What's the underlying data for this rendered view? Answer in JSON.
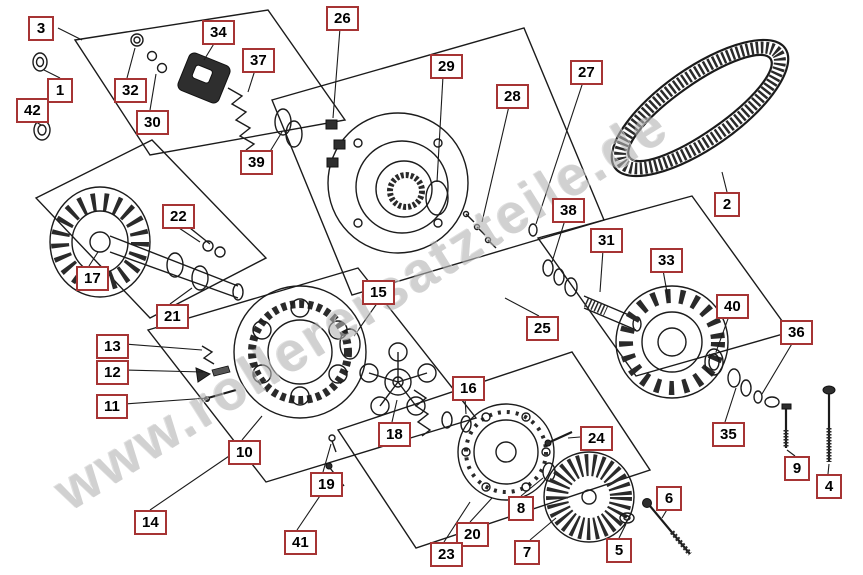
{
  "diagram": {
    "watermark": "www.rollerersatzteile.de",
    "colors": {
      "callout_border": "#a63434",
      "watermark": "#b3b3b3",
      "line_art": "#1b1b1b",
      "background": "#ffffff"
    },
    "callouts": [
      "1",
      "2",
      "3",
      "4",
      "5",
      "6",
      "7",
      "8",
      "9",
      "10",
      "11",
      "12",
      "13",
      "14",
      "15",
      "16",
      "17",
      "18",
      "19",
      "20",
      "21",
      "22",
      "23",
      "24",
      "25",
      "26",
      "27",
      "28",
      "29",
      "30",
      "31",
      "32",
      "33",
      "34",
      "35",
      "36",
      "37",
      "38",
      "39",
      "40",
      "41",
      "42"
    ]
  }
}
